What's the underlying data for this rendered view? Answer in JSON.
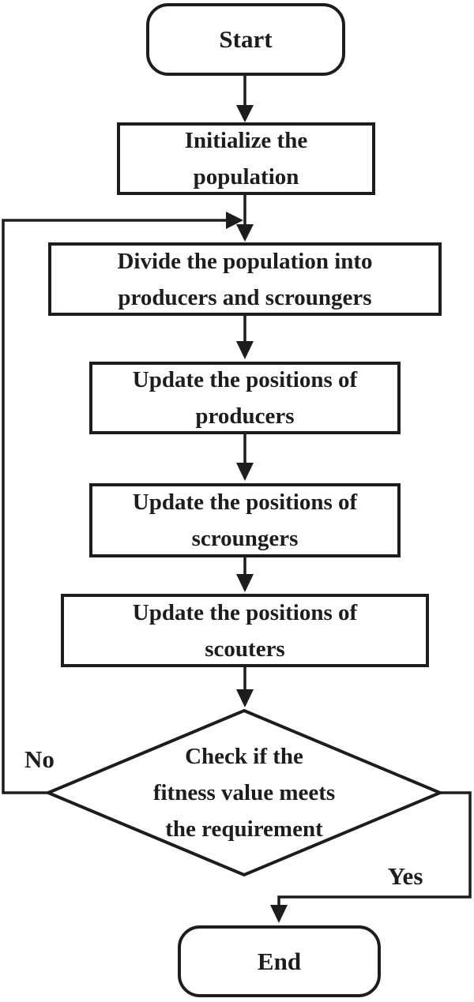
{
  "colors": {
    "stroke": "#1d1d1b",
    "background": "#ffffff",
    "text": "#1d1d1b"
  },
  "nodes": {
    "start": {
      "label": "Start"
    },
    "initialize": {
      "label": "Initialize the\npopulation"
    },
    "divide": {
      "label": "Divide the population into\nproducers and scroungers"
    },
    "update_producers": {
      "label": "Update the positions of\nproducers"
    },
    "update_scroungers": {
      "label": "Update the positions of\nscroungers"
    },
    "update_scouters": {
      "label": "Update the positions of\nscouters"
    },
    "decision": {
      "label": "Check if the\nfitness value meets\nthe requirement"
    },
    "end": {
      "label": "End"
    }
  },
  "edges": {
    "no_label": "No",
    "yes_label": "Yes"
  }
}
